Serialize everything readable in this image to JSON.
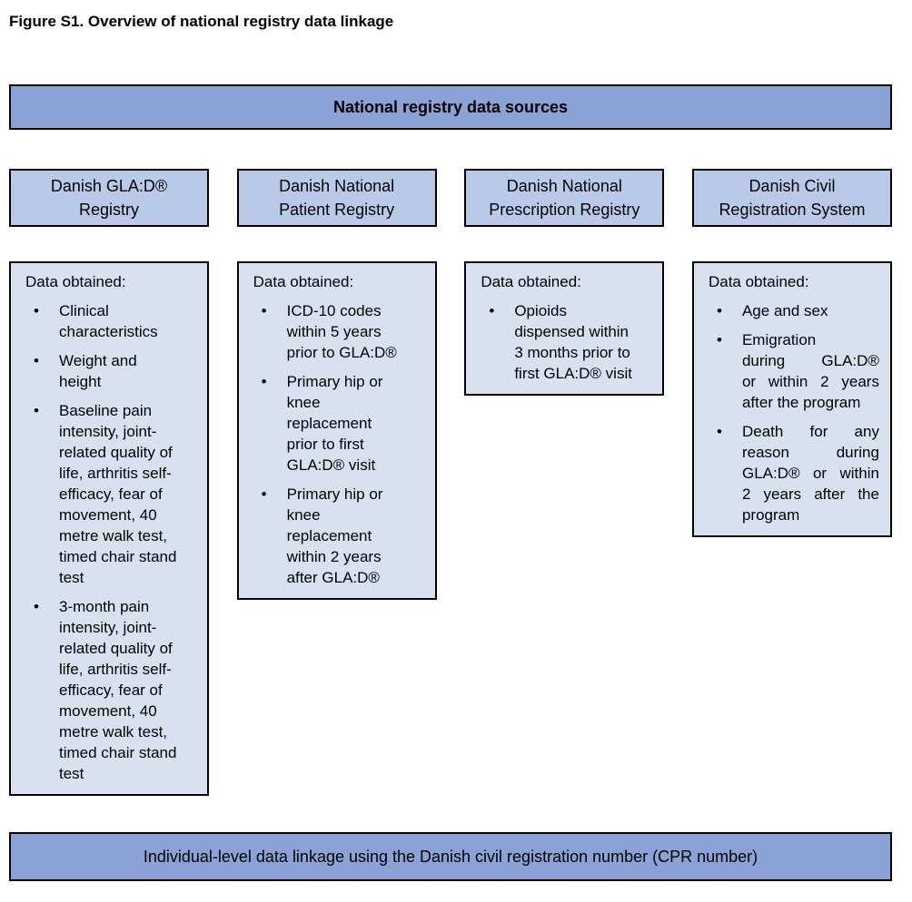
{
  "figure_title": "Figure S1. Overview of national registry data linkage",
  "banners": {
    "top": "National registry data sources",
    "bottom": "Individual-level data linkage using the Danish civil registration number (CPR number)"
  },
  "colors": {
    "banner_fill": "#8BA2D6",
    "registry_fill": "#B9CAE8",
    "data_fill": "#D9E1F0",
    "border": "#000000"
  },
  "columns": [
    {
      "registry": "Danish GLA:D®\nRegistry",
      "data_heading": "Data obtained:",
      "items": [
        "Clinical\ncharacteristics",
        "Weight and\nheight",
        "Baseline pain\nintensity, joint-\nrelated quality of\nlife, arthritis self-\nefficacy, fear of\nmovement, 40\nmetre walk test,\ntimed chair stand\ntest",
        "3-month pain\nintensity, joint-\nrelated quality of\nlife, arthritis self-\nefficacy, fear of\nmovement, 40\nmetre walk test,\ntimed chair stand\ntest"
      ]
    },
    {
      "registry": "Danish National\nPatient Registry",
      "data_heading": "Data obtained:",
      "items": [
        "ICD-10 codes\nwithin 5 years\nprior to GLA:D®",
        "Primary hip or\nknee\nreplacement\nprior to first\nGLA:D® visit",
        "Primary hip or\nknee\nreplacement\nwithin 2 years\nafter GLA:D®"
      ]
    },
    {
      "registry": "Danish National\nPrescription Registry",
      "data_heading": "Data obtained:",
      "items": [
        "Opioids\ndispensed within\n3 months prior to\nfirst GLA:D® visit"
      ]
    },
    {
      "registry": "Danish Civil\nRegistration System",
      "data_heading": "Data obtained:",
      "items": [
        "Age and sex",
        "Emigration\nduring GLA:D®\nor within 2 years\nafter the program",
        "Death for any\nreason during\nGLA:D® or within\n2 years after the\nprogram"
      ]
    }
  ]
}
